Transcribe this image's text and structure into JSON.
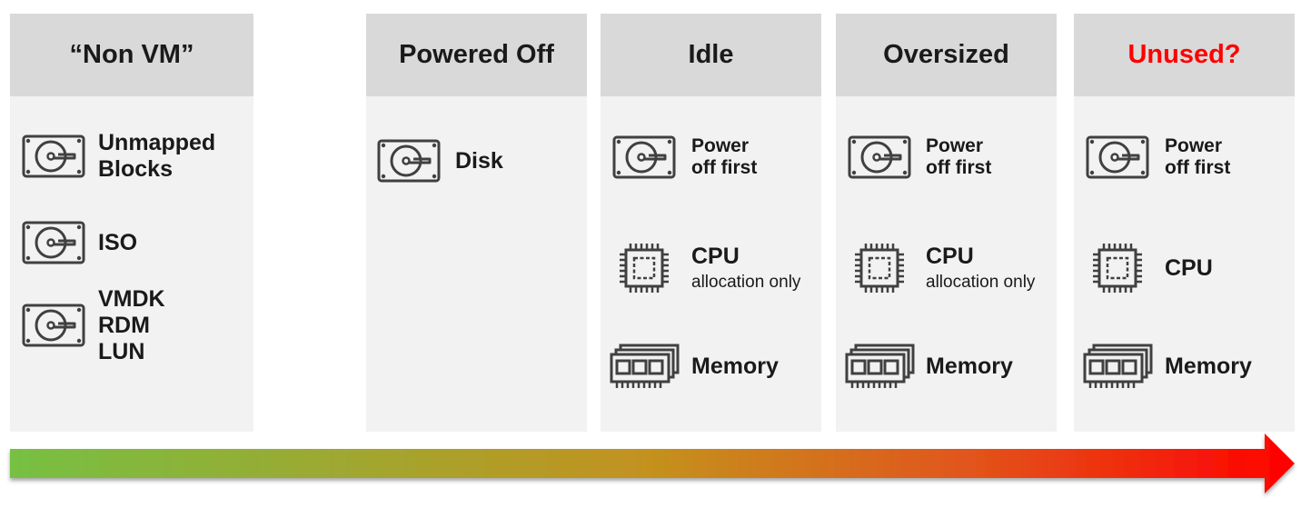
{
  "columns": [
    {
      "title": "“Non VM”",
      "items": [
        {
          "icon": "disk-icon",
          "lines": [
            "Unmapped",
            "Blocks"
          ]
        },
        {
          "icon": "disk-icon",
          "lines": [
            "ISO"
          ]
        },
        {
          "icon": "disk-icon",
          "lines": [
            "VMDK",
            "RDM",
            "LUN"
          ]
        }
      ]
    },
    {
      "title": "Powered Off",
      "items": [
        {
          "icon": "disk-icon",
          "lines": [
            "Disk"
          ]
        }
      ]
    },
    {
      "title": "Idle",
      "items": [
        {
          "icon": "disk-icon",
          "lines": [
            "Power",
            "off first"
          ]
        },
        {
          "icon": "cpu-icon",
          "label": "CPU",
          "sub": "allocation only"
        },
        {
          "icon": "memory-icon",
          "label": "Memory"
        }
      ]
    },
    {
      "title": "Oversized",
      "items": [
        {
          "icon": "disk-icon",
          "lines": [
            "Power",
            "off first"
          ]
        },
        {
          "icon": "cpu-icon",
          "label": "CPU",
          "sub": "allocation only"
        },
        {
          "icon": "memory-icon",
          "label": "Memory"
        }
      ]
    },
    {
      "title": "Unused?",
      "title_color": "#ff0000",
      "items": [
        {
          "icon": "disk-icon",
          "lines": [
            "Power",
            "off first"
          ]
        },
        {
          "icon": "cpu-icon",
          "label": "CPU"
        },
        {
          "icon": "memory-icon",
          "label": "Memory"
        }
      ]
    }
  ],
  "colors": {
    "panel": "#f2f2f2",
    "header": "#d9d9d9",
    "arrow_start": "#76c043",
    "arrow_end": "#ff0000"
  }
}
